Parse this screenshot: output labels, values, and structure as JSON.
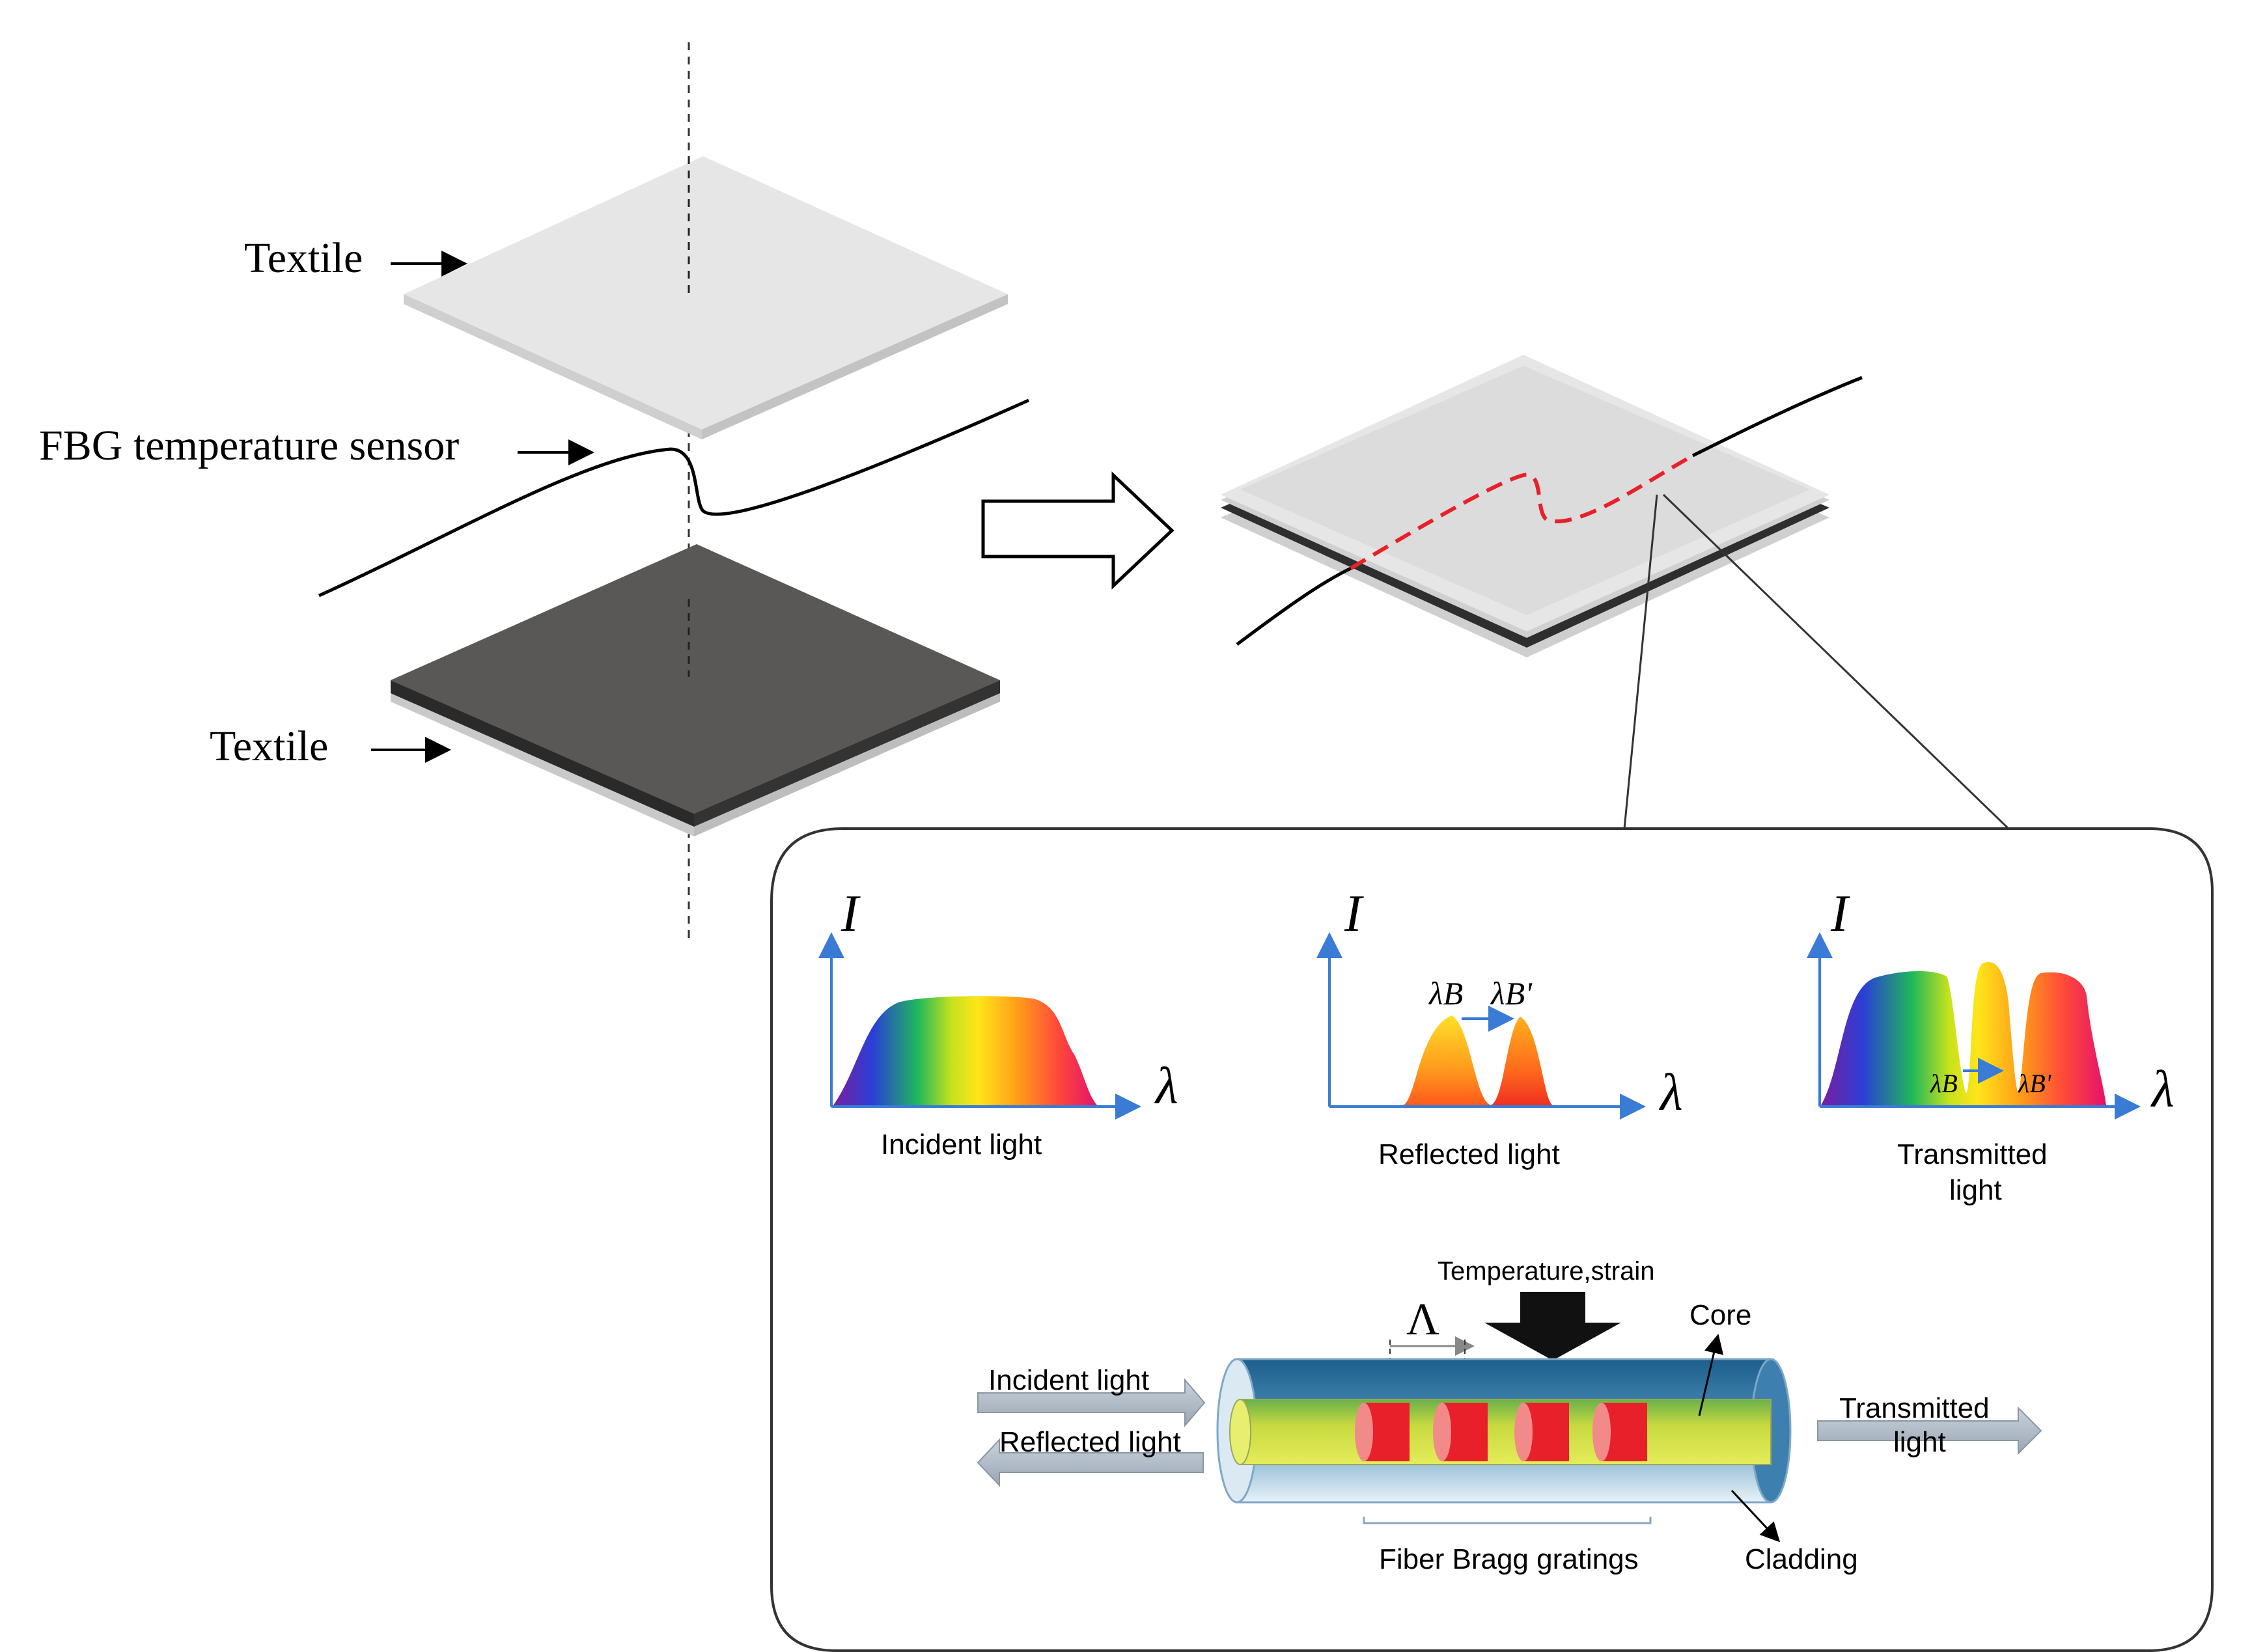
{
  "labels": {
    "textile_top": "Textile",
    "textile_bottom": "Textile",
    "sensor": "FBG temperature sensor"
  },
  "spectra": {
    "axis_intensity": "I",
    "axis_wavelength": "λ",
    "incident": "Incident light",
    "reflected": "Reflected light",
    "transmitted_line1": "Transmitted",
    "transmitted_line2": "light",
    "lambda_b": "λB",
    "lambda_b_prime": "λB'"
  },
  "fiber": {
    "temperature_strain": "Temperature,strain",
    "period": "Λ",
    "core": "Core",
    "cladding": "Cladding",
    "gratings": "Fiber Bragg gratings",
    "incident": "Incident light",
    "reflected": "Reflected light",
    "transmitted_line1": "Transmitted",
    "transmitted_line2": "light"
  },
  "colors": {
    "textile_light": "#e3e3e3",
    "textile_dark": "#5a5856",
    "sensor_red": "#e8202a",
    "axis_blue": "#3a7bd5"
  }
}
